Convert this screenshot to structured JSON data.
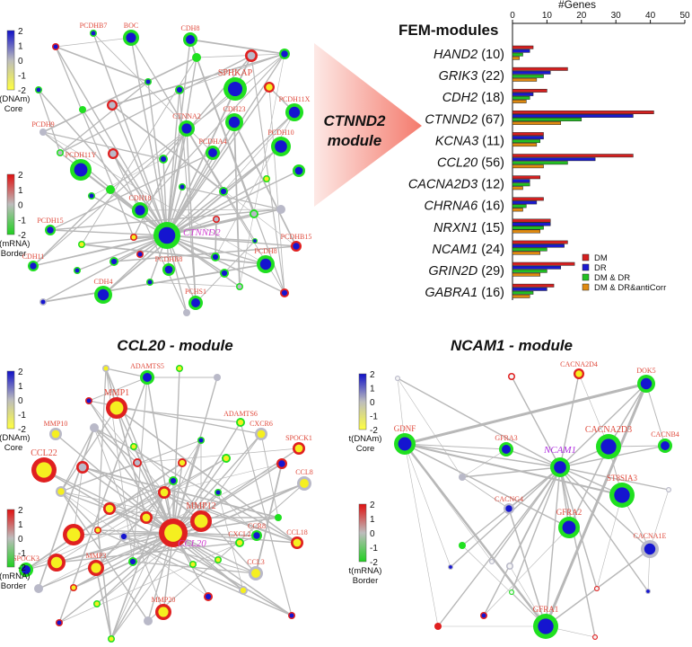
{
  "colors": {
    "dm": "#d42020",
    "dr": "#1a1ad0",
    "dmdr": "#22c022",
    "anti": "#e08a10",
    "edge": "#b8b8b8",
    "label": "#e04a3c",
    "highlight": "#d040d0"
  },
  "legends": {
    "core_ticks": [
      "2",
      "1",
      "0",
      "-1",
      "-2"
    ],
    "core_label": [
      "t(DNAm)",
      "Core"
    ],
    "border_ticks": [
      "2",
      "1",
      "0",
      "-1",
      "-2"
    ],
    "border_label": [
      "t(mRNA)",
      "Border"
    ]
  },
  "arrow": {
    "line1": "CTNND2",
    "line2": "module"
  },
  "network1": {
    "hub": "CTNND2",
    "labels": [
      "BOC",
      "CDH8",
      "SPHKAP",
      "PCDH11X",
      "CTNNA2",
      "CDH23",
      "PCDH10",
      "PCDH11Y",
      "PCDHA4",
      "CDH18",
      "PCDH8",
      "PCDHB15",
      "CDH4",
      "PCDHB8",
      "PCHS1",
      "PCDHB7",
      "PCDH9",
      "PCDH15",
      "CDH11"
    ]
  },
  "network2": {
    "title": "CCL20 - module",
    "hub": "CCL20",
    "labels": [
      "ADAMTS5",
      "MMP1",
      "CCL22",
      "CXCR6",
      "SPOCK1",
      "SPOCK3",
      "CCL8",
      "MMP12",
      "CCR8",
      "CXCL2",
      "CCL18",
      "MMP3",
      "MMP20",
      "MMP10",
      "ADAMTS6",
      "CCL3"
    ]
  },
  "network3": {
    "title": "NCAM1 - module",
    "hub": "NCAM1",
    "labels": [
      "DOK5",
      "GDNF",
      "GFRA3",
      "CACNA2D3",
      "CACNB4",
      "ST8SIA3",
      "GFRA2",
      "CACNA1E",
      "GFRA1",
      "CACNA2D4",
      "CACNG4"
    ]
  },
  "chart_data": {
    "type": "bar",
    "title": "FEM-modules",
    "xlabel": "#Genes",
    "xlim": [
      0,
      50
    ],
    "xticks": [
      0,
      10,
      20,
      30,
      40,
      50
    ],
    "orientation": "horizontal",
    "categories": [
      {
        "gene": "HAND2",
        "size": "(10)"
      },
      {
        "gene": "GRIK3",
        "size": "(22)"
      },
      {
        "gene": "CDH2",
        "size": "(18)"
      },
      {
        "gene": "CTNND2",
        "size": "(67)"
      },
      {
        "gene": "KCNA3",
        "size": "(11)"
      },
      {
        "gene": "CCL20",
        "size": "(56)"
      },
      {
        "gene": "CACNA2D3",
        "size": "(12)"
      },
      {
        "gene": "CHRNA6",
        "size": "(16)"
      },
      {
        "gene": "NRXN1",
        "size": "(15)"
      },
      {
        "gene": "NCAM1",
        "size": "(24)"
      },
      {
        "gene": "GRIN2D",
        "size": "(29)"
      },
      {
        "gene": "GABRA1",
        "size": "(16)"
      }
    ],
    "series": [
      {
        "name": "DM",
        "color": "#d42020",
        "values": [
          6,
          16,
          10,
          41,
          9,
          35,
          8,
          9,
          11,
          16,
          18,
          12
        ]
      },
      {
        "name": "DR",
        "color": "#1a1ad0",
        "values": [
          5,
          11,
          6,
          35,
          9,
          24,
          5,
          7,
          11,
          15,
          14,
          10
        ]
      },
      {
        "name": "DM & DR",
        "color": "#22c022",
        "values": [
          3,
          9,
          5,
          20,
          8,
          16,
          5,
          4,
          9,
          10,
          10,
          6
        ]
      },
      {
        "name": "DM & DR&antiCorr",
        "color": "#e08a10",
        "values": [
          2,
          7,
          4,
          14,
          7,
          9,
          3,
          3,
          8,
          8,
          8,
          5
        ]
      }
    ]
  }
}
